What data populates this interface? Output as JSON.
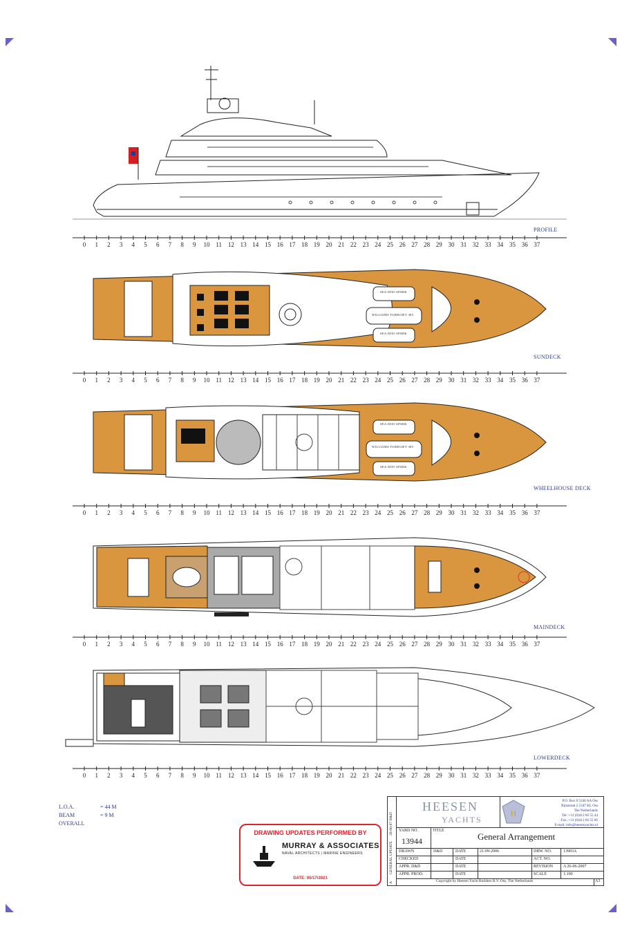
{
  "decks": {
    "profile": "PROFILE",
    "sundeck": "SUNDECK",
    "wheelhouse": "WHEELHOUSE DECK",
    "maindeck": "MAINDECK",
    "lowerdeck": "LOWERDECK"
  },
  "scale_ticks": [
    "0",
    "1",
    "2",
    "3",
    "4",
    "5",
    "6",
    "7",
    "8",
    "9",
    "10",
    "11",
    "12",
    "13",
    "14",
    "15",
    "16",
    "17",
    "18",
    "19",
    "20",
    "21",
    "22",
    "23",
    "24",
    "25",
    "26",
    "27",
    "28",
    "29",
    "30",
    "31",
    "32",
    "33",
    "34",
    "35",
    "36",
    "37"
  ],
  "tenders": {
    "spark_label": "SEA-DOO SPARK",
    "tender_label": "WILLIAMS TURBOJET 385"
  },
  "specs": {
    "loa_label": "L.O.A.",
    "loa_value": "= 44 M",
    "beam_label": "BEAM OVERALL",
    "beam_value": "= 9 M"
  },
  "stamp": {
    "heading": "DRAWING UPDATES PERFORMED BY",
    "firm": "MURRAY & ASSOCIATES",
    "subtitle": "NAVAL ARCHITECTS | MARINE ENGINEERS",
    "date": "DATE: 05/17/2021"
  },
  "title_block": {
    "brand": "HEESEN",
    "brand_sub": "YACHTS",
    "address_lines": [
      "P.O. Box 8  5340 AA  Oss",
      "Rijnstraat 2  5347 KL  Oss",
      "The Netherlands",
      "Tel: +31 (0)412 66 55 44",
      "Fax: +31 (0)412 66 55 66",
      "E-mail: info@heesenyachts.nl"
    ],
    "revision_strip": "26-06-07  D&D",
    "general_update": "GENERAL UPDATE",
    "rev_letter": "A",
    "yard_no_label": "YARD NO.",
    "yard_no": "13944",
    "title_label": "TITLE",
    "title": "General Arrangement",
    "drawn_label": "DRAWN",
    "drawn_value": "D&D",
    "checked_label": "CHECKED",
    "appr_dd_label": "APPR. D&D",
    "appr_prod_label": "APPR. PROD.",
    "date_label": "DATE",
    "date_value": "21-09-2006",
    "drw_no_label": "DRW. NO.",
    "drw_no": "13903A",
    "act_no_label": "ACT. NO.",
    "revision_label": "REVISION",
    "revision_value": "A 26-06-2007",
    "scale_label": "SCALE",
    "scale_value": "1:100",
    "copyright": "Copyright by Heesen Yacht Builders B.V. Oss, The Netherlands",
    "sheet_size": "A3"
  },
  "colors": {
    "teak": "#d9963e",
    "line": "#222222",
    "label_blue": "#2b3a8a",
    "stamp_red": "#e0232e",
    "corner": "#6b5fc9"
  }
}
